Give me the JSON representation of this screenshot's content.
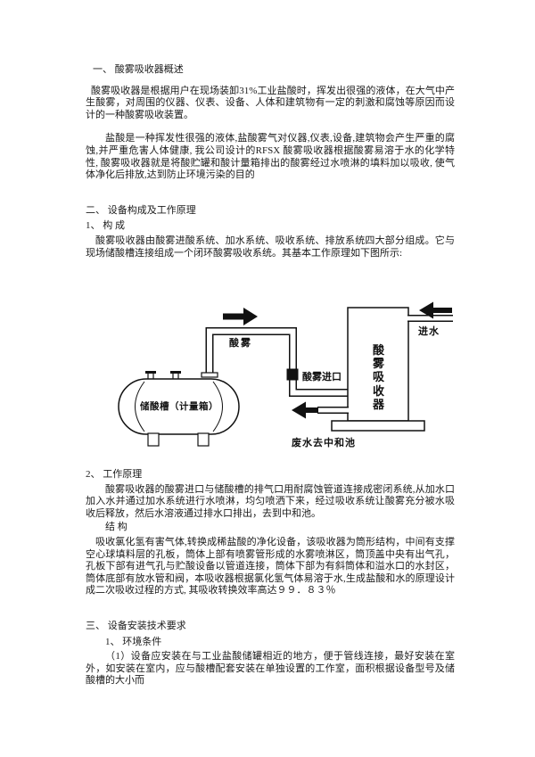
{
  "document": {
    "s1_heading": "一、  酸雾吸收器概述",
    "s1_p1": "酸雾吸收器是根据用户在现场装卸31%工业盐酸时，挥发出很强的液体，在大气中产生酸雾，对周围的仪器、仪表、设备、人体和建筑物有一定的刺激和腐蚀等原因而设计的一种酸雾吸收装置。",
    "s1_p2": "盐酸是一种挥发性很强的液体,盐酸雾气对仪器,仪表,设备,建筑物会产生严重的腐蚀,并严重危害人体健康, 我公司设计的RFSX 酸雾吸收器根据酸雾易溶于水的化学特性, 酸雾吸收器就是将酸贮罐和酸计量箱排出的酸雾经过水喷淋的填料加以吸收, 使气体净化后排放,达到防止环境污染的目的",
    "s2_heading": "二、  设备构成及工作原理",
    "s2_sub1": "1、 构  成",
    "s2_p1": "酸雾吸收器由酸雾进酸系统、加水系统、吸收系统、排放系统四大部分组成。它与现场储酸槽连接组成一个闭环酸雾吸收系统。其基本工作原理如下图所示:",
    "s2_sub2": "2、 工作原理",
    "s2_p2": "酸雾吸收器的酸雾进口与储酸槽的排气口用耐腐蚀管道连接成密闭系统,从加水口加入水并通过加水系统进行水喷淋，均匀喷洒下来，经过吸收系统让酸雾充分被水吸收后释放，然后水溶液通过排水口排出，去到中和池。",
    "s2_sub3": "结  构",
    "s2_p3": "吸收氯化氢有害气体,转换成稀盐酸的净化设备，该吸收器为筒形结构，中间有支撑空心球填料层的孔板，筒体上部有喷雾管形成的水雾喷淋区，筒顶盖中央有出气孔，孔板下部有进气孔与贮酸设备以管道连接，筒体下部为有斜筒体和溢水口的水封区，筒体底部有放水管和阀，本吸收器根据氯化氢气体易溶于水,生成盐酸和水的原理设计成二次吸收过程的方式, 其吸收转换效率高达９９．８３％",
    "s3_heading": "三、  设备安装技术要求",
    "s3_sub1": "1、  环境条件",
    "s3_p1": "（1）设备应安装在与工业盐酸储罐相近的地方，便于管线连接，最好安装在室外，如安装在室内，应与酸槽配套安装在单独设置的工作室，面积根据设备型号及储酸槽的大小而"
  },
  "diagram": {
    "acid_mist_label": "酸雾",
    "acid_mist_inlet_label": "酸雾进口",
    "tank_label": "储酸槽（计量箱）",
    "absorber_label": "酸雾吸收器",
    "water_inlet_label": "进水",
    "wastewater_label": "废水去中和池"
  },
  "colors": {
    "ink": "#111111",
    "paper": "#ffffff"
  }
}
